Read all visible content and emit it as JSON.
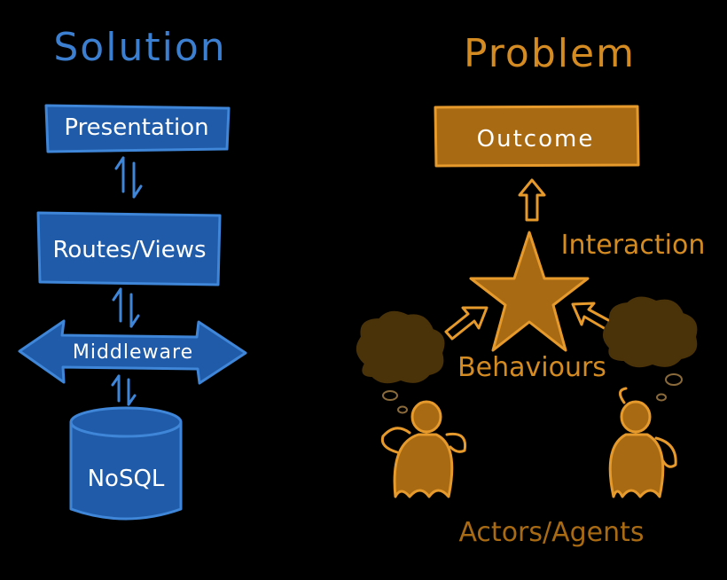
{
  "colors": {
    "background": "#000000",
    "blue_fill": "#1f5ba8",
    "blue_stroke": "#3f86d8",
    "blue_text": "#3c7fd0",
    "box_text": "#ffffff",
    "orange_fill": "#a86a12",
    "orange_stroke": "#e69a2c",
    "orange_text": "#d48b22",
    "cloud_fill": "#4a3209",
    "bubble_stroke": "#8a6a3a"
  },
  "solution": {
    "heading": "Solution",
    "presentation": "Presentation",
    "routes_views": "Routes/Views",
    "middleware": "Middleware",
    "nosql": "NoSQL"
  },
  "problem": {
    "heading": "Problem",
    "outcome": "Outcome",
    "interaction": "Interaction",
    "behaviours": "Behaviours",
    "actors_agents": "Actors/Agents"
  },
  "icons": {
    "exchange_arrows": "bidirectional-exchange-icon",
    "up_arrow": "hollow-up-arrow-icon",
    "star": "star-icon",
    "thought_cloud": "thought-cloud-icon",
    "actor": "person-figure-icon"
  }
}
